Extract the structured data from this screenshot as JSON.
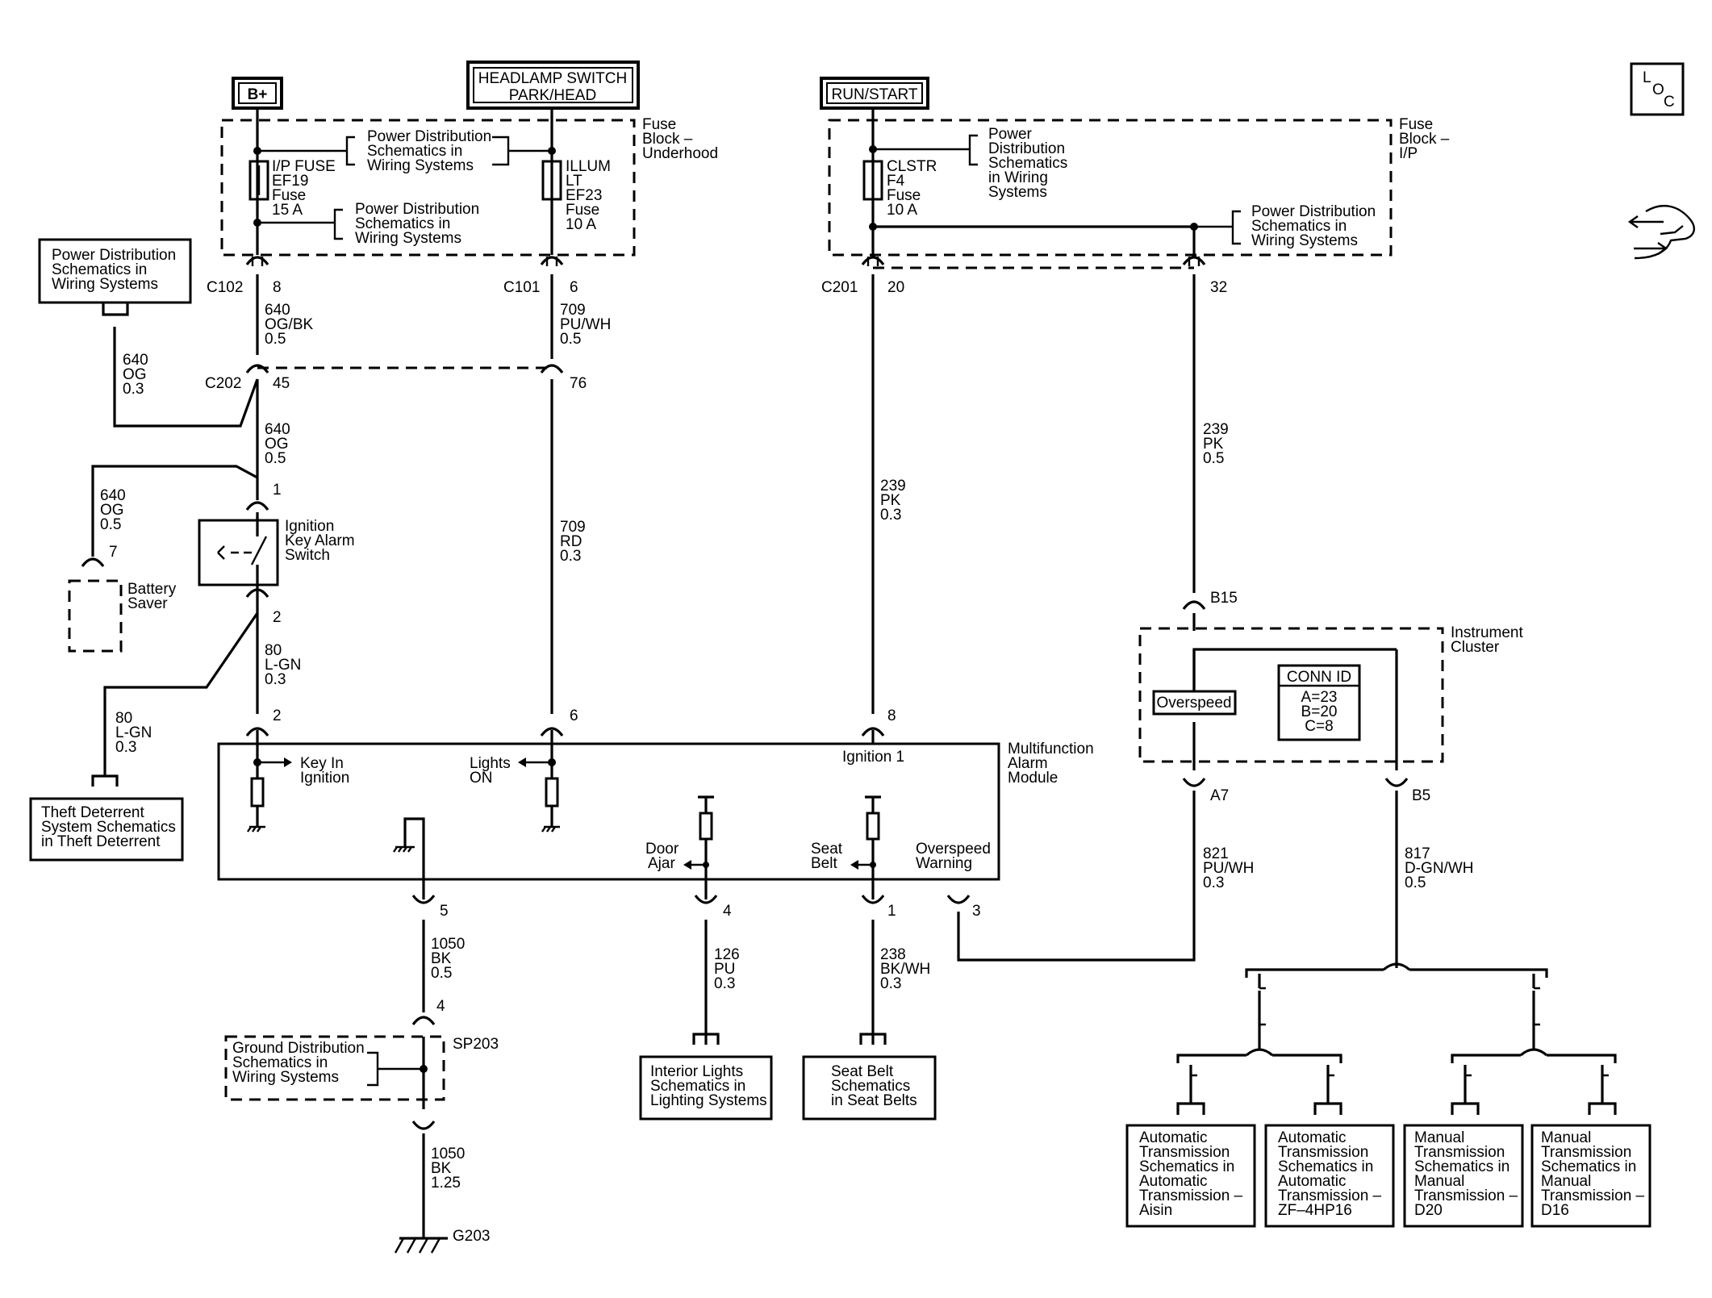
{
  "power_sources": {
    "b_plus": "B+",
    "headlamp_1": "HEADLAMP SWITCH",
    "headlamp_2": "PARK/HEAD",
    "run_start": "RUN/START"
  },
  "loc_symbol": [
    "L",
    "O",
    "C"
  ],
  "fuse_block_underhood": {
    "label": [
      "Fuse",
      "Block –",
      "Underhood"
    ],
    "ip_fuse": [
      "I/P FUSE",
      "EF19",
      "Fuse",
      "15 A"
    ],
    "illum_fuse": [
      "ILLUM",
      "LT",
      "EF23",
      "Fuse",
      "10 A"
    ],
    "ref_top": [
      "Power Distribution",
      "Schematics in",
      "Wiring Systems"
    ],
    "ref_bottom": [
      "Power Distribution",
      "Schematics in",
      "Wiring Systems"
    ]
  },
  "fuse_block_ip": {
    "label": [
      "Fuse",
      "Block –",
      "I/P"
    ],
    "clstr_fuse": [
      "CLSTR",
      "F4",
      "Fuse",
      "10 A"
    ],
    "ref_top": [
      "Power",
      "Distribution",
      "Schematics",
      "in Wiring",
      "Systems"
    ],
    "ref_right": [
      "Power Distribution",
      "Schematics in",
      "Wiring Systems"
    ]
  },
  "refs": {
    "power_dist_left": [
      "Power Distribution",
      "Schematics in",
      "Wiring Systems"
    ],
    "theft": [
      "Theft Deterrent",
      "System Schematics",
      "in Theft Deterrent"
    ],
    "ground_dist": [
      "Ground Distribution",
      "Schematics in",
      "Wiring Systems"
    ],
    "interior_lights": [
      "Interior Lights",
      "Schematics in",
      "Lighting Systems"
    ],
    "seat_belt": [
      "Seat Belt",
      "Schematics",
      "in Seat Belts"
    ],
    "auto_aisin": [
      "Automatic",
      "Transmission",
      "Schematics in",
      "Automatic",
      "Transmission –",
      "Aisin"
    ],
    "auto_zf": [
      "Automatic",
      "Transmission",
      "Schematics in",
      "Automatic",
      "Transmission –",
      "ZF–4HP16"
    ],
    "manual_d20": [
      "Manual",
      "Transmission",
      "Schematics in",
      "Manual",
      "Transmission –",
      "D20"
    ],
    "manual_d16": [
      "Manual",
      "Transmission",
      "Schematics in",
      "Manual",
      "Transmission –",
      "D16"
    ]
  },
  "connectors": {
    "c102": "C102",
    "c102_pin": "8",
    "c101": "C101",
    "c101_pin": "6",
    "c201": "C201",
    "c201_pin": "20",
    "c201_pin32": "32",
    "c202": "C202",
    "c202_pin45": "45",
    "c202_pin76": "76",
    "sw_pin1": "1",
    "sw_pin2": "2",
    "bs_pin7": "7",
    "mam_pin2": "2",
    "mam_pin6": "6",
    "mam_pin8": "8",
    "mam_pin5": "5",
    "mam_pin4": "4",
    "mam_pin1": "1",
    "mam_pin3": "3",
    "b15": "B15",
    "a7": "A7",
    "b5": "B5",
    "sp_pin4": "4",
    "sp203": "SP203",
    "g203": "G203"
  },
  "wires": {
    "w640_ogbk": [
      "640",
      "OG/BK",
      "0.5"
    ],
    "w640_og03": [
      "640",
      "OG",
      "0.3"
    ],
    "w640_og05": [
      "640",
      "OG",
      "0.5"
    ],
    "w640_og05b": [
      "640",
      "OG",
      "0.5"
    ],
    "w709_puwh": [
      "709",
      "PU/WH",
      "0.5"
    ],
    "w709_rd": [
      "709",
      "RD",
      "0.3"
    ],
    "w239_pk03": [
      "239",
      "PK",
      "0.3"
    ],
    "w239_pk05": [
      "239",
      "PK",
      "0.5"
    ],
    "w80_lgn_a": [
      "80",
      "L-GN",
      "0.3"
    ],
    "w80_lgn_b": [
      "80",
      "L-GN",
      "0.3"
    ],
    "w1050_bk05": [
      "1050",
      "BK",
      "0.5"
    ],
    "w1050_bk125": [
      "1050",
      "BK",
      "1.25"
    ],
    "w126_pu": [
      "126",
      "PU",
      "0.3"
    ],
    "w238_bkwh": [
      "238",
      "BK/WH",
      "0.3"
    ],
    "w821_puwh": [
      "821",
      "PU/WH",
      "0.3"
    ],
    "w817_dgnwh": [
      "817",
      "D-GN/WH",
      "0.5"
    ]
  },
  "components": {
    "ignition_switch": [
      "Ignition",
      "Key Alarm",
      "Switch"
    ],
    "battery_saver": [
      "Battery",
      "Saver"
    ],
    "mam_label": [
      "Multifunction",
      "Alarm",
      "Module"
    ],
    "key_in": [
      "Key In",
      "Ignition"
    ],
    "lights_on": [
      "Lights",
      "ON"
    ],
    "ignition1": "Ignition 1",
    "door_ajar": [
      "Door",
      "Ajar"
    ],
    "seat_belt": [
      "Seat",
      "Belt"
    ],
    "overspeed_warning": [
      "Overspeed",
      "Warning"
    ],
    "instrument_cluster": [
      "Instrument",
      "Cluster"
    ],
    "overspeed": "Overspeed",
    "conn_id": [
      "CONN ID",
      "A=23",
      "B=20",
      "C=8"
    ]
  }
}
